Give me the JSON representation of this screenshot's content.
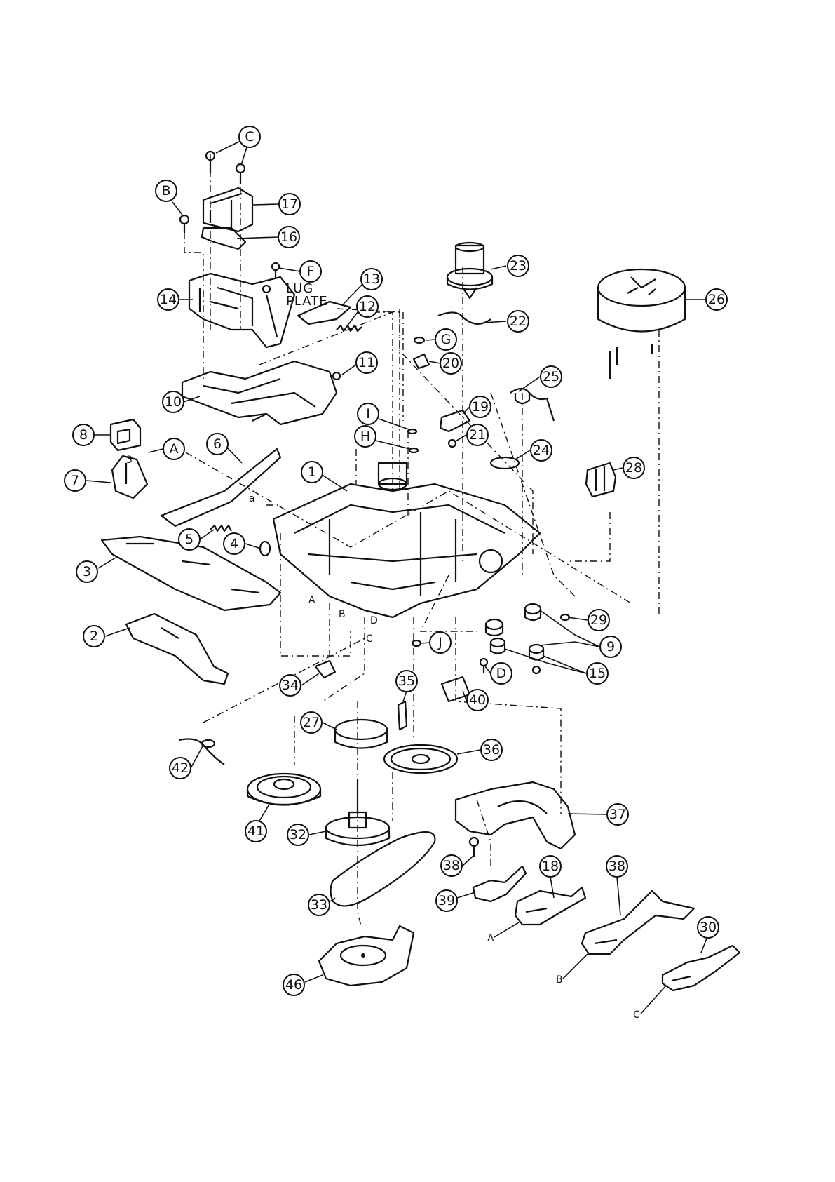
{
  "diagram": {
    "callouts": [
      {
        "id": "c-C",
        "label": "C"
      },
      {
        "id": "c-B",
        "label": "B"
      },
      {
        "id": "c-17",
        "label": "17"
      },
      {
        "id": "c-16",
        "label": "16"
      },
      {
        "id": "c-F",
        "label": "F"
      },
      {
        "id": "c-14",
        "label": "14"
      },
      {
        "id": "c-13",
        "label": "13"
      },
      {
        "id": "c-12",
        "label": "12"
      },
      {
        "id": "c-23",
        "label": "23"
      },
      {
        "id": "c-26",
        "label": "26"
      },
      {
        "id": "c-22",
        "label": "22"
      },
      {
        "id": "c-G",
        "label": "G"
      },
      {
        "id": "c-20",
        "label": "20"
      },
      {
        "id": "c-11",
        "label": "11"
      },
      {
        "id": "c-25",
        "label": "25"
      },
      {
        "id": "c-10",
        "label": "10"
      },
      {
        "id": "c-I",
        "label": "I"
      },
      {
        "id": "c-19",
        "label": "19"
      },
      {
        "id": "c-H",
        "label": "H"
      },
      {
        "id": "c-21",
        "label": "21"
      },
      {
        "id": "c-8",
        "label": "8"
      },
      {
        "id": "c-A",
        "label": "A"
      },
      {
        "id": "c-6",
        "label": "6"
      },
      {
        "id": "c-24",
        "label": "24"
      },
      {
        "id": "c-1",
        "label": "1"
      },
      {
        "id": "c-28",
        "label": "28"
      },
      {
        "id": "c-7",
        "label": "7"
      },
      {
        "id": "c-5",
        "label": "5"
      },
      {
        "id": "c-4",
        "label": "4"
      },
      {
        "id": "c-3",
        "label": "3"
      },
      {
        "id": "c-29",
        "label": "29"
      },
      {
        "id": "c-9",
        "label": "9"
      },
      {
        "id": "c-2",
        "label": "2"
      },
      {
        "id": "c-J",
        "label": "J"
      },
      {
        "id": "c-D",
        "label": "D"
      },
      {
        "id": "c-15",
        "label": "15"
      },
      {
        "id": "c-34",
        "label": "34"
      },
      {
        "id": "c-35",
        "label": "35"
      },
      {
        "id": "c-40",
        "label": "40"
      },
      {
        "id": "c-27",
        "label": "27"
      },
      {
        "id": "c-36",
        "label": "36"
      },
      {
        "id": "c-42",
        "label": "42"
      },
      {
        "id": "c-41",
        "label": "41"
      },
      {
        "id": "c-37",
        "label": "37"
      },
      {
        "id": "c-32",
        "label": "32"
      },
      {
        "id": "c-38a",
        "label": "38"
      },
      {
        "id": "c-18",
        "label": "18"
      },
      {
        "id": "c-38b",
        "label": "38"
      },
      {
        "id": "c-39",
        "label": "39"
      },
      {
        "id": "c-30",
        "label": "30"
      },
      {
        "id": "c-33",
        "label": "33"
      },
      {
        "id": "c-46",
        "label": "46"
      }
    ],
    "lug_plate_line1": "LUG",
    "lug_plate_line2": "PLATE",
    "letters": [
      {
        "id": "l-a",
        "text": "a"
      },
      {
        "id": "l-A",
        "text": "A"
      },
      {
        "id": "l-B",
        "text": "B"
      },
      {
        "id": "l-D",
        "text": "D"
      },
      {
        "id": "l-C",
        "text": "C"
      },
      {
        "id": "l-3",
        "text": "3"
      },
      {
        "id": "l-A2",
        "text": "A"
      },
      {
        "id": "l-B2",
        "text": "B"
      },
      {
        "id": "l-C2",
        "text": "C"
      }
    ]
  }
}
